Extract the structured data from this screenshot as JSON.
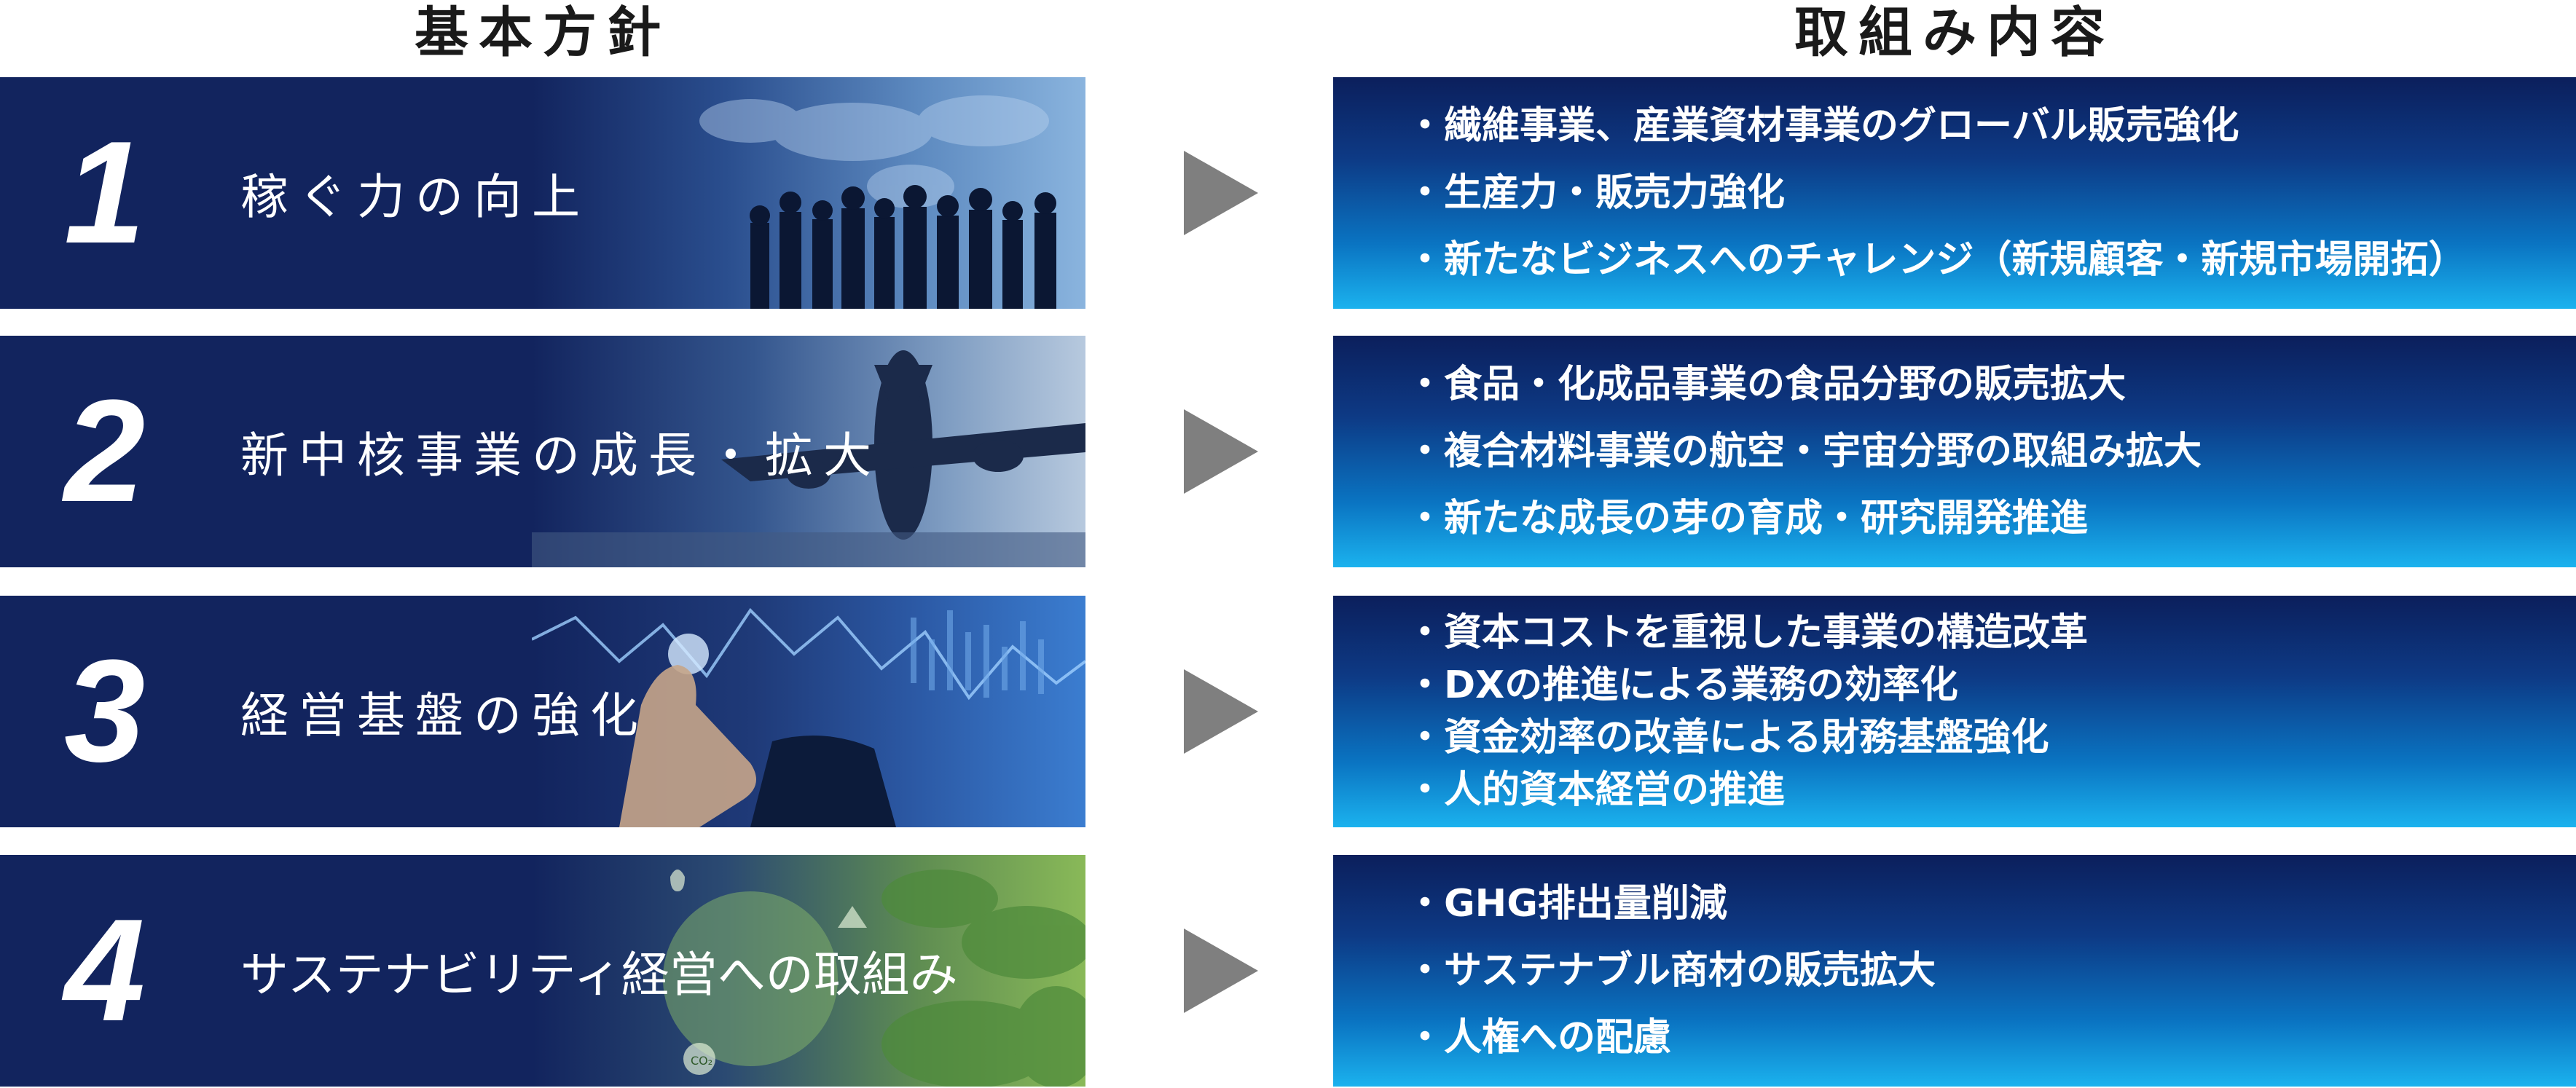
{
  "headers": {
    "policy": "基本方針",
    "actions": "取組み内容"
  },
  "rows": [
    {
      "number": "1",
      "label": "稼ぐ力の向上",
      "photo_icon": "world-map-business-people-photo",
      "actions": [
        "・繊維事業、産業資材事業のグローバル販売強化",
        "・生産力・販売力強化",
        "・新たなビジネスへのチャレンジ（新規顧客・新規市場開拓）"
      ]
    },
    {
      "number": "2",
      "label": "新中核事業の成長・拡大",
      "photo_icon": "airplane-photo",
      "actions": [
        "・食品・化成品事業の食品分野の販売拡大",
        "・複合材料事業の航空・宇宙分野の取組み拡大",
        "・新たな成長の芽の育成・研究開発推進"
      ]
    },
    {
      "number": "3",
      "label": "経営基盤の強化",
      "photo_icon": "finger-touch-chart-photo",
      "actions": [
        "・資本コストを重視した事業の構造改革",
        "・DXの推進による業務の効率化",
        "・資金効率の改善による財務基盤強化",
        "・人的資本経営の推進"
      ]
    },
    {
      "number": "4",
      "label": "サステナビリティ経営への取組み",
      "photo_icon": "green-earth-leaves-photo",
      "actions": [
        "・GHG排出量削減",
        "・サステナブル商材の販売拡大",
        "・人権への配慮"
      ]
    }
  ],
  "photo_text": {
    "co2": "CO₂"
  },
  "colors": {
    "navy": "#12245e",
    "arrow": "#7f7f7f",
    "gradient_top": "#0c1f5c",
    "gradient_bottom": "#1bb2ee"
  }
}
